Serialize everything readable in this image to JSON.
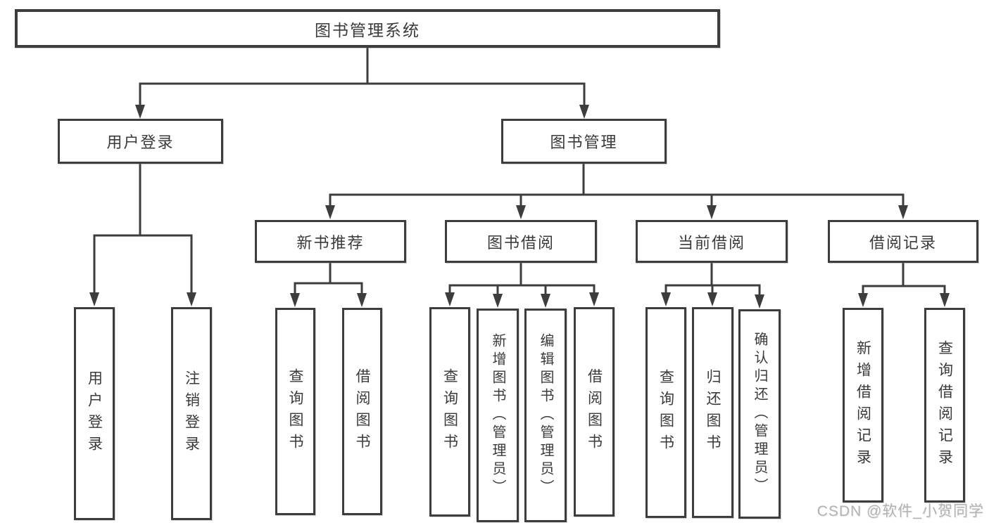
{
  "tree": {
    "root": {
      "label": "图书管理系统"
    },
    "children": [
      {
        "label": "用户登录",
        "children": [
          {
            "label": "用户登录"
          },
          {
            "label": "注销登录"
          }
        ]
      },
      {
        "label": "图书管理",
        "children": [
          {
            "label": "新书推荐",
            "children": [
              {
                "label": "查询图书"
              },
              {
                "label": "借阅图书"
              }
            ]
          },
          {
            "label": "图书借阅",
            "children": [
              {
                "label": "查询图书"
              },
              {
                "label": "新增图书（管理员）"
              },
              {
                "label": "编辑图书（管理员）"
              },
              {
                "label": "借阅图书"
              }
            ]
          },
          {
            "label": "当前借阅",
            "children": [
              {
                "label": "查询图书"
              },
              {
                "label": "归还图书"
              },
              {
                "label": "确认归还（管理员）"
              }
            ]
          },
          {
            "label": "借阅记录",
            "children": [
              {
                "label": "新增借阅记录"
              },
              {
                "label": "查询借阅记录"
              }
            ]
          }
        ]
      }
    ]
  },
  "watermark": {
    "text": "CSDN @软件_小贺同学"
  },
  "colors": {
    "line": "#3d3d3d",
    "text": "#3a3a3a",
    "watermark_text": "#b3b3b3",
    "background": "#ffffff"
  }
}
